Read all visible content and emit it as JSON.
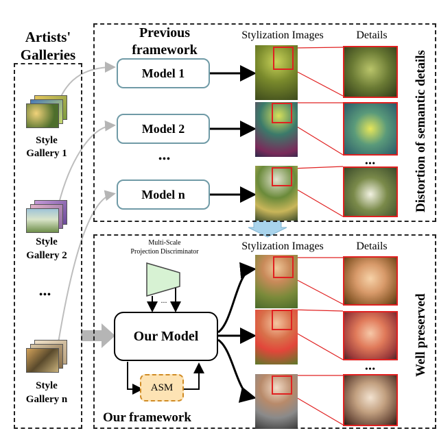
{
  "galleries": {
    "title_line1": "Artists'",
    "title_line2": "Galleries",
    "items": [
      {
        "line1": "Style",
        "line2": "Gallery 1"
      },
      {
        "line1": "Style",
        "line2": "Gallery 2"
      },
      {
        "line1": "Style",
        "line2": "Gallery n"
      }
    ],
    "ellipsis": "•••"
  },
  "previous": {
    "title_line1": "Previous",
    "title_line2": "framework",
    "models": [
      "Model 1",
      "Model 2",
      "Model n"
    ],
    "ellipsis": "•••",
    "stylization_label": "Stylization Images",
    "details_label": "Details",
    "side_label": "Distortion of semantic details",
    "details_ellipsis": "•••"
  },
  "ours": {
    "discriminator_line1": "Multi-Scale",
    "discriminator_line2": "Projection Discriminator",
    "discriminator_ellipsis": "...",
    "model_label": "Our Model",
    "asm_label": "ASM",
    "framework_label": "Our framework",
    "stylization_label": "Stylization Images",
    "details_label": "Details",
    "side_label": "Well preserved",
    "details_ellipsis": "•••"
  },
  "colors": {
    "dashed_border": "#222222",
    "model_border": "#6f9aa6",
    "discriminator_fill": "#d7f2d3",
    "asm_fill": "#fde3b4",
    "asm_border": "#d08b24",
    "detail_red": "#e02020",
    "transition_arrow": "#a9d4ec",
    "gallery_arrow": "#bdbdbd"
  }
}
